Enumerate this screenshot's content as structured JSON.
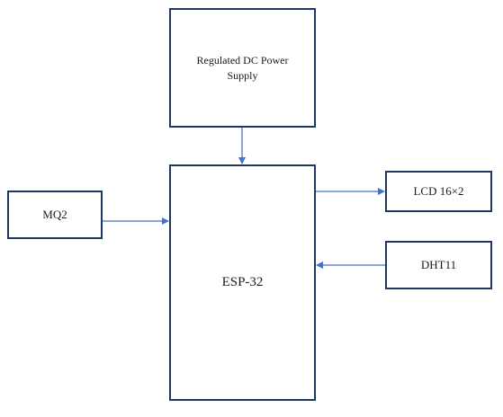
{
  "diagram": {
    "blocks": {
      "power": "Regulated DC Power Supply",
      "mcu": "ESP-32",
      "gas_sensor": "MQ2",
      "display": "LCD 16×2",
      "temp_sensor": "DHT11"
    },
    "colors": {
      "block_border": "#1f3763",
      "arrow": "#4472c4",
      "text": "#1a1a1a",
      "background": "#ffffff"
    }
  }
}
